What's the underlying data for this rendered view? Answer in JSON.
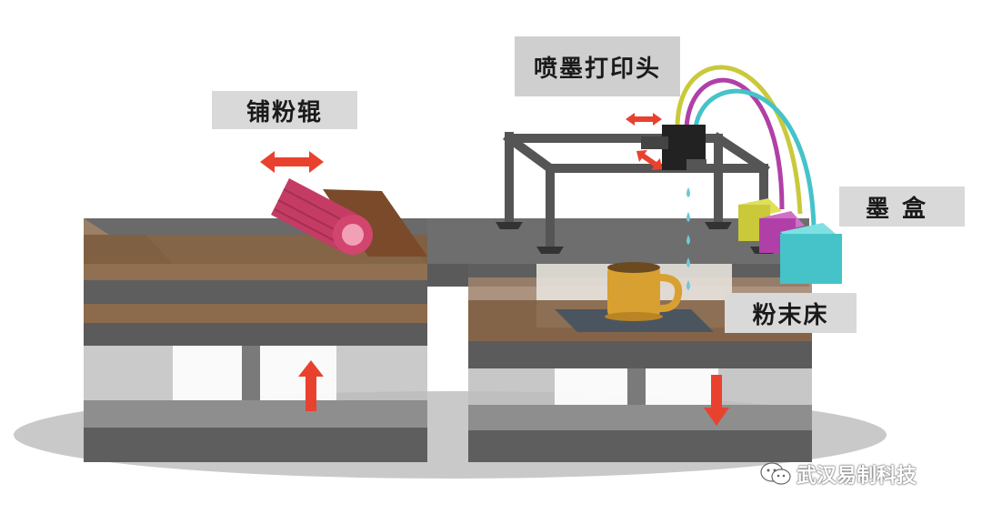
{
  "labels": {
    "roller": "铺粉辊",
    "print_head": "喷墨打印头",
    "ink_box": "墨盒",
    "powder_bed": "粉末床"
  },
  "watermark": {
    "text": "武汉易制科技",
    "icon": "wechat-icon"
  },
  "colors": {
    "arrow": "#e8422f",
    "roller": "#d2456e",
    "powder": "#7a5a3c",
    "cup": "#d8a030",
    "ink_yellow": "#c9c93a",
    "ink_magenta": "#b040a8",
    "ink_cyan": "#45c3c8"
  }
}
